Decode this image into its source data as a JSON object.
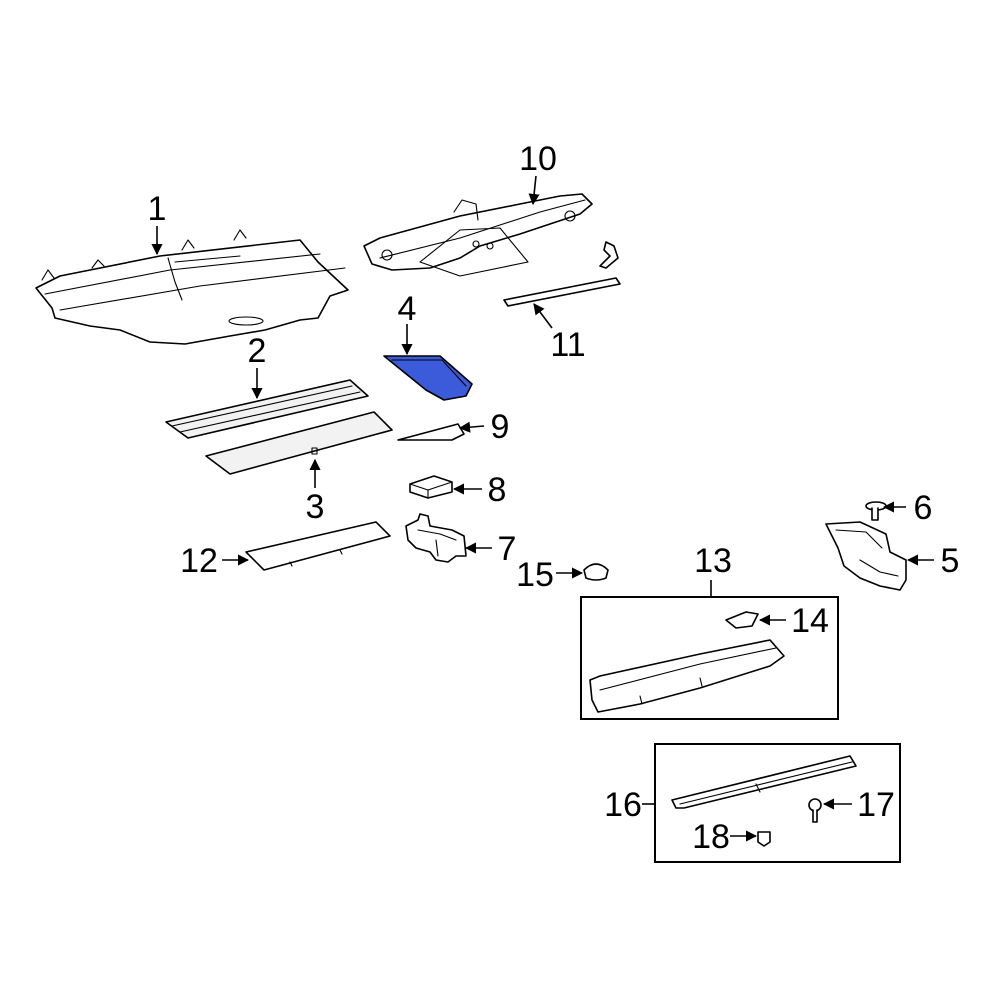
{
  "diagram": {
    "highlight_color": "#3b5bdb",
    "highlighted_part": "4",
    "callouts": {
      "c1": "1",
      "c2": "2",
      "c3": "3",
      "c4": "4",
      "c5": "5",
      "c6": "6",
      "c7": "7",
      "c8": "8",
      "c9": "9",
      "c10": "10",
      "c11": "11",
      "c12": "12",
      "c13": "13",
      "c14": "14",
      "c15": "15",
      "c16": "16",
      "c17": "17",
      "c18": "18"
    }
  }
}
